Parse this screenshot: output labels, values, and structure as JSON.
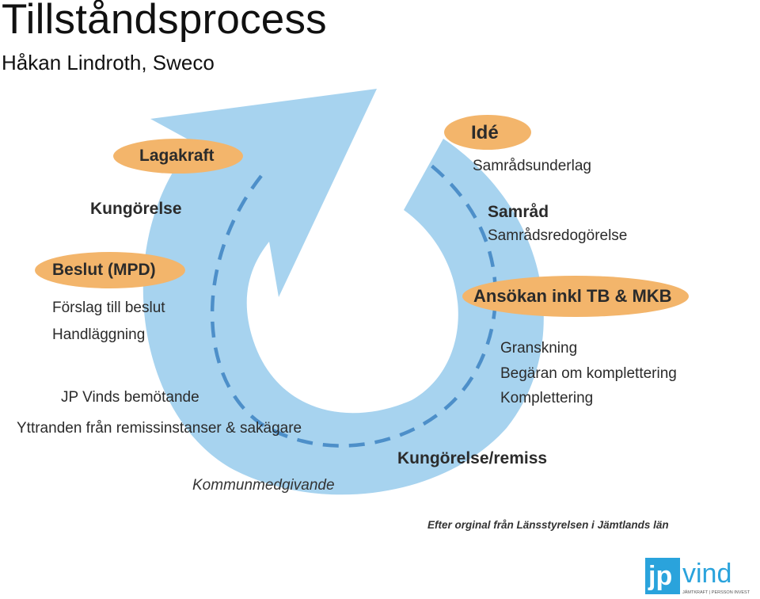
{
  "title": "Tillståndsprocess",
  "subtitle": "Håkan Lindroth, Sweco",
  "colors": {
    "arrow": "#a7d3ef",
    "dash": "#4d8fc9",
    "pill": "#f3b56b",
    "logo_blue": "#2aa3dc"
  },
  "pills": {
    "ide": "Idé",
    "lagakraft": "Lagakraft",
    "beslut": "Beslut (MPD)",
    "ansokan": "Ansökan inkl TB & MKB"
  },
  "labels": {
    "samradsunderlag": "Samrådsunderlag",
    "samrad": "Samråd",
    "samradsredogorelse": "Samrådsredogörelse",
    "kungorelse": "Kungörelse",
    "forslag": "Förslag till beslut",
    "handlaggning": "Handläggning",
    "granskning": "Granskning",
    "begaran": "Begäran om komplettering",
    "komplettering": "Komplettering",
    "jpvinds": "JP Vinds bemötande",
    "yttranden": "Yttranden från remissinstanser & sakägare",
    "kungorelse_remiss": "Kungörelse/remiss",
    "kommunmedgivande": "Kommunmedgivande"
  },
  "credit": "Efter orginal från Länsstyrelsen i Jämtlands län",
  "logo": {
    "jp": "jp",
    "vind": "vind",
    "tagline": "JÄMTKRAFT | PERSSON INVEST"
  }
}
